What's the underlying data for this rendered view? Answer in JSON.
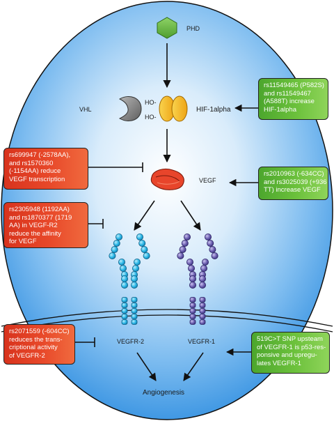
{
  "labels": {
    "phd": "PHD",
    "vhl": "VHL",
    "ho_top": "HO-",
    "ho_bottom": "HO-",
    "hif": "HIF-1alpha",
    "vegf": "VEGF",
    "vegfr2": "VEGFR-2",
    "vegfr1": "VEGFR-1",
    "angiogenesis": "Angiogenesis"
  },
  "boxes": {
    "hif_snp": [
      "rs11549465 (P582S)",
      "and rs11549467",
      "(A588T) increase",
      "HIF-1alpha"
    ],
    "vegf_reduce": [
      "rs699947 (-2578AA),",
      "and rs1570360",
      "(-1154AA) reduce",
      "VEGF transcription"
    ],
    "vegf_increase": [
      "rs2010963 (-634CC)",
      "and rs3025039 (+936",
      "TT) increase VEGF"
    ],
    "vegfr2_affinity": [
      "rs2305948 (1192AA)",
      "and rs1870377 (1719",
      "AA) in VEGF-R2",
      "reduce the affinity",
      "for VEGF"
    ],
    "vegfr2_activity": [
      "rs2071559 (-604CC)",
      "reduces the trans-",
      "criptional activity",
      "of VEGFR-2"
    ],
    "vegfr1_snp": [
      "519C>T SNP upsteam",
      "of VEGFR-1 is p53-res-",
      "ponsive and upregu-",
      "lates VEGFR-1"
    ]
  },
  "colors": {
    "background_center": "#ffffff",
    "background_edge": "#2f8ee0",
    "phd": "#6fc04a",
    "vhl": "#8a8a8a",
    "hif": "#f5b921",
    "vegf": "#e8452b",
    "vegfr2": "#2ab6e6",
    "vegfr1": "#6c5fb0",
    "red_box": "#e23f22",
    "green_box": "#6cc13c"
  }
}
